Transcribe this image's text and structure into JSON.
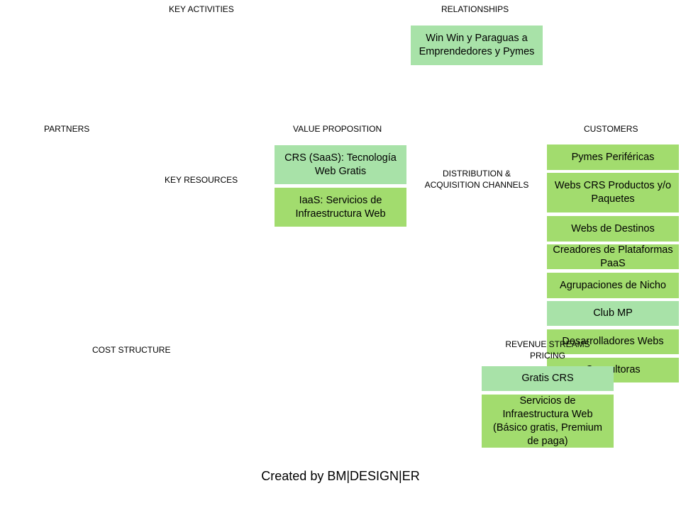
{
  "headers": {
    "key_activities": "KEY ACTIVITIES",
    "relationships": "RELATIONSHIPS",
    "partners": "PARTNERS",
    "value_proposition": "VALUE PROPOSITION",
    "customers": "CUSTOMERS",
    "key_resources": "KEY RESOURCES",
    "distribution_line1": "DISTRIBUTION  &",
    "distribution_line2": "ACQUISITION  CHANNELS",
    "cost_structure": "COST  STRUCTURE",
    "revenue_line1": "REVENUE  STREAMS",
    "revenue_line2": "PRICING"
  },
  "relationships": {
    "item1": "Win Win y Paraguas a Emprendedores y Pymes"
  },
  "value_proposition": {
    "item1": "CRS (SaaS): Tecnología Web Gratis",
    "item2": "IaaS: Servicios de Infraestructura Web"
  },
  "customers": {
    "item1": "Pymes Periféricas",
    "item2": "Webs CRS Productos y/o Paquetes",
    "item3": "Webs de Destinos",
    "item4": "Creadores de Plataformas PaaS",
    "item5": "Agrupaciones de Nicho",
    "item6": "Club MP",
    "item7": "Desarrolladores Webs",
    "item8": "Consultoras"
  },
  "revenue": {
    "item1": "Gratis CRS",
    "item2": "Servicios de Infraestructura Web (Básico gratis, Premium de paga)"
  },
  "footer": "Created by BM|DESIGN|ER",
  "colors": {
    "light_green": "#a8e2a8",
    "mid_green": "#a2dc6e"
  }
}
